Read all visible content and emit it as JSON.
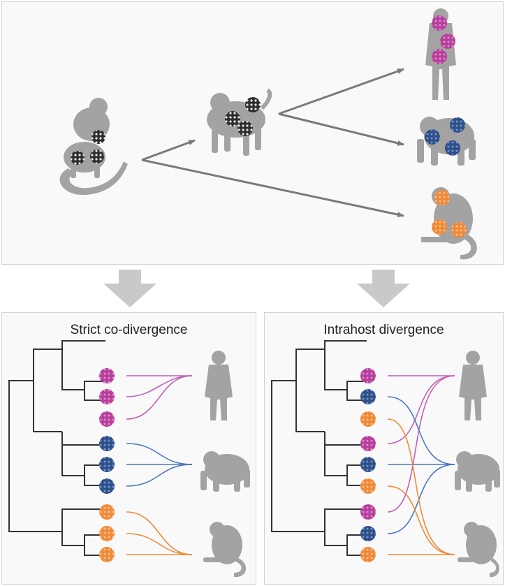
{
  "panels": {
    "left_title": "Strict co-divergence",
    "right_title": "Intrahost divergence"
  },
  "colors": {
    "ancestral_virus": "#555555",
    "human_virus": "#c04fa8",
    "chimp_virus": "#3f6aa8",
    "monkey_virus": "#f08c3c",
    "host_silhouette": "#a3a3a3",
    "arrow": "#7a7a7a",
    "tree": "#333333",
    "human_link": "#c05fb6",
    "chimp_link": "#4a77bd",
    "monkey_link": "#ef8a36"
  },
  "icons": {
    "ancestral_host": "marmoset-silhouette-icon",
    "intermediate_host": "baboon-silhouette-icon",
    "human_host": "human-silhouette-icon",
    "chimp_host": "chimpanzee-silhouette-icon",
    "monkey_host": "monkey-silhouette-icon",
    "virus": "icosahedral-virus-icon"
  },
  "left_tree": {
    "tip_order": [
      "human",
      "human",
      "human",
      "chimp",
      "chimp",
      "chimp",
      "monkey",
      "monkey",
      "monkey"
    ]
  },
  "right_tree": {
    "tip_order": [
      "human",
      "chimp",
      "monkey",
      "human",
      "chimp",
      "monkey",
      "human",
      "chimp",
      "monkey"
    ]
  }
}
